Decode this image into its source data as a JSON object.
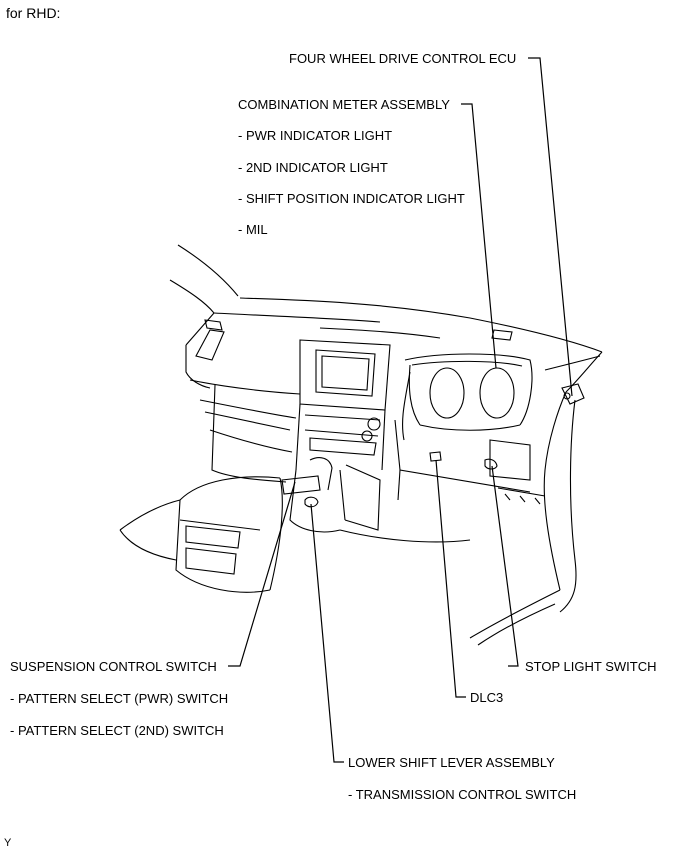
{
  "header": "for RHD:",
  "labels": {
    "four_wd_ecu": "FOUR WHEEL DRIVE CONTROL ECU",
    "combination_meter": "COMBINATION METER ASSEMBLY",
    "pwr_indicator": "- PWR INDICATOR LIGHT",
    "second_indicator": "- 2ND INDICATOR LIGHT",
    "shift_position_indicator": "- SHIFT POSITION INDICATOR LIGHT",
    "mil": "- MIL",
    "suspension_switch": "SUSPENSION CONTROL SWITCH",
    "pattern_pwr": "- PATTERN SELECT (PWR) SWITCH",
    "pattern_2nd": "- PATTERN SELECT (2ND) SWITCH",
    "dlc3": "DLC3",
    "stop_light_switch": "STOP LIGHT SWITCH",
    "lower_shift_lever": "LOWER SHIFT LEVER ASSEMBLY",
    "transmission_switch": "- TRANSMISSION CONTROL SWITCH"
  },
  "footer_code": "Y"
}
